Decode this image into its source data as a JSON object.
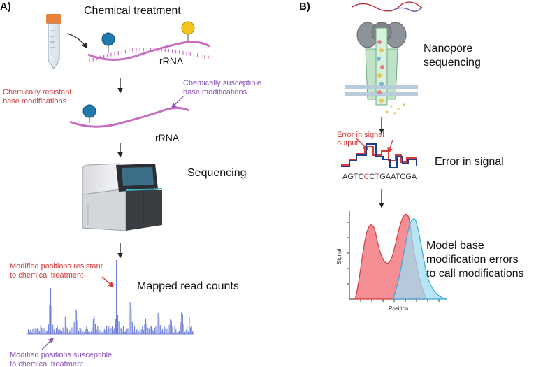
{
  "panel_a": {
    "label": "A)",
    "title": "Chemical treatment",
    "rrna_top": "rRNA",
    "resistant_label": [
      "Chemically resistant",
      "base modifications"
    ],
    "susceptible_label": [
      "Chemically susceptible",
      "base modifications"
    ],
    "rrna_mid": "rRNA",
    "sequencing": "Sequencing",
    "resistant_positions": [
      "Modified positions resistant",
      "to chemical treatment"
    ],
    "mapped_counts": "Mapped read counts",
    "susceptible_positions": [
      "Modified positions susceptible",
      "to chemical treatment"
    ]
  },
  "panel_b": {
    "label": "B)",
    "nanopore": [
      "Nanopore",
      "sequencing"
    ],
    "error_output": [
      "Error in signal",
      "output"
    ],
    "error_signal": "Error in signal",
    "sequence": {
      "parts": [
        {
          "text": "AGTC",
          "color": "#333333"
        },
        {
          "text": "C",
          "color": "#d63a3a"
        },
        {
          "text": "C",
          "color": "#333333"
        },
        {
          "text": "T",
          "color": "#d63a3a"
        },
        {
          "text": "G",
          "color": "#333333"
        },
        {
          "text": "AATCGA",
          "color": "#333333"
        }
      ]
    },
    "ylabel": "Signal",
    "xlabel": "Position",
    "model": [
      "Model base",
      "modification errors",
      "to call modifications"
    ]
  },
  "colors": {
    "red": "#d63a3a",
    "purple": "#8a52b8",
    "rna": "#c76bc3",
    "bars": "#6f7fd8",
    "blue_mod": "#1f7ab0",
    "yellow_mod": "#f3c51b"
  }
}
